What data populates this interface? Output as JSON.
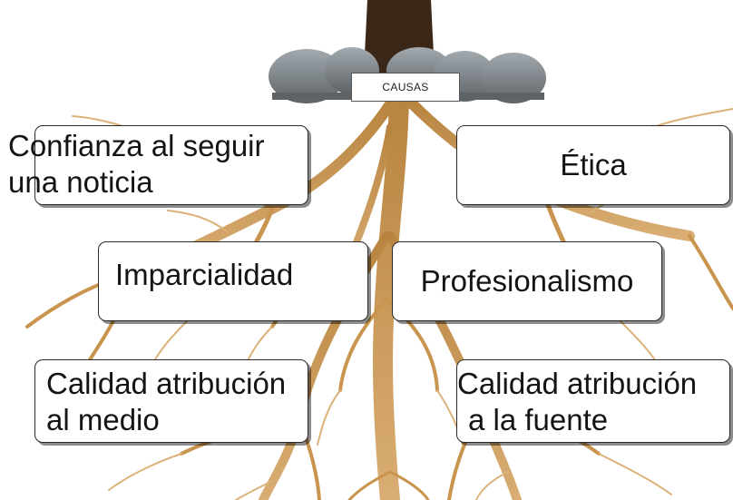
{
  "diagram": {
    "header_label": "CAUSAS",
    "nodes": [
      {
        "id": "confianza",
        "lines": [
          "Confianza al seguir",
          "una noticia"
        ]
      },
      {
        "id": "etica",
        "lines": [
          "Ética"
        ]
      },
      {
        "id": "imparcialidad",
        "lines": [
          "Imparcialidad"
        ]
      },
      {
        "id": "profesionalismo",
        "lines": [
          "Profesionalismo"
        ]
      },
      {
        "id": "calidad-medio",
        "lines": [
          "Calidad atribución",
          "al medio"
        ]
      },
      {
        "id": "calidad-fuente",
        "lines": [
          "Calidad atribución",
          "a la fuente"
        ]
      }
    ]
  },
  "colors": {
    "root_main": "#c9954e",
    "root_light": "#dcb27a",
    "root_dark": "#a8763a",
    "trunk": "#3a2718",
    "stone": "#7d8489",
    "stone_dark": "#5c6266"
  }
}
